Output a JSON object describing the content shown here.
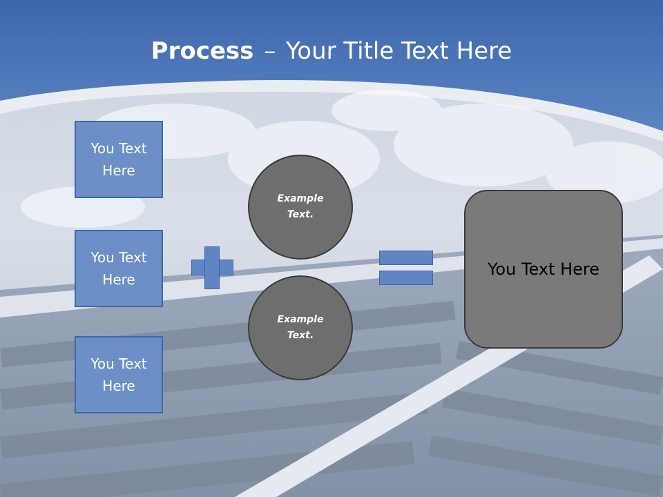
{
  "slide": {
    "title_bold": "Process",
    "title_dash": "–",
    "title_rest": "Your Title Text Here"
  },
  "inputs": [
    {
      "label": "You Text Here"
    },
    {
      "label": "You Text Here"
    },
    {
      "label": "You Text Here"
    }
  ],
  "circles": [
    {
      "label": "Example Text."
    },
    {
      "label": "Example Text."
    }
  ],
  "result": {
    "label": "You Text Here"
  },
  "colors": {
    "header_blue": "#4a72b0",
    "box_fill": "#6b8fc6",
    "box_border": "#3f67a3",
    "circle_fill": "#6e6e6e",
    "result_fill": "#7a7a7a"
  },
  "icons": [
    "plus-sign",
    "equals-sign"
  ]
}
